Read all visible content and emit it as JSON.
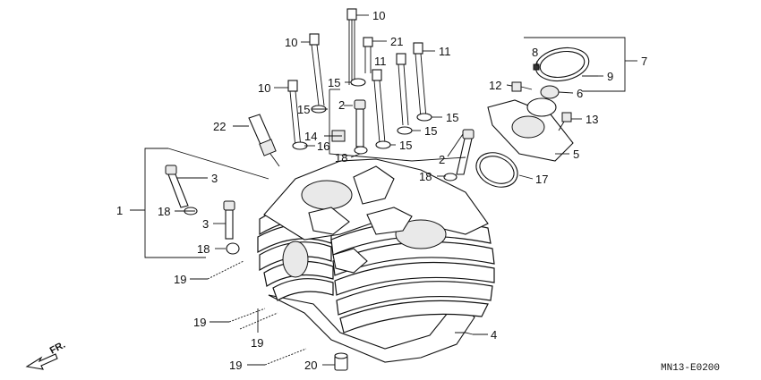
{
  "drawing_code": "MN13-E0200",
  "direction_label": "FR.",
  "callouts": [
    {
      "id": "c10a",
      "text": "10"
    },
    {
      "id": "c10b",
      "text": "10"
    },
    {
      "id": "c21",
      "text": "21"
    },
    {
      "id": "c11a",
      "text": "11"
    },
    {
      "id": "c11b",
      "text": "11"
    },
    {
      "id": "c10c",
      "text": "10"
    },
    {
      "id": "c15a",
      "text": "15"
    },
    {
      "id": "c2a",
      "text": "2"
    },
    {
      "id": "c15b",
      "text": "15"
    },
    {
      "id": "c15c",
      "text": "15"
    },
    {
      "id": "c15d",
      "text": "15"
    },
    {
      "id": "c15e",
      "text": "15"
    },
    {
      "id": "c22",
      "text": "22"
    },
    {
      "id": "c14",
      "text": "14"
    },
    {
      "id": "c16",
      "text": "16"
    },
    {
      "id": "c18a",
      "text": "18"
    },
    {
      "id": "c2b",
      "text": "2"
    },
    {
      "id": "c18b",
      "text": "18"
    },
    {
      "id": "c3a",
      "text": "3"
    },
    {
      "id": "c1",
      "text": "1"
    },
    {
      "id": "c18c",
      "text": "18"
    },
    {
      "id": "c3b",
      "text": "3"
    },
    {
      "id": "c18d",
      "text": "18"
    },
    {
      "id": "c19a",
      "text": "19"
    },
    {
      "id": "c19b",
      "text": "19"
    },
    {
      "id": "c19c",
      "text": "19"
    },
    {
      "id": "c19d",
      "text": "19"
    },
    {
      "id": "c20",
      "text": "20"
    },
    {
      "id": "c4",
      "text": "4"
    },
    {
      "id": "c7",
      "text": "7"
    },
    {
      "id": "c8",
      "text": "8"
    },
    {
      "id": "c9",
      "text": "9"
    },
    {
      "id": "c12",
      "text": "12"
    },
    {
      "id": "c6",
      "text": "6"
    },
    {
      "id": "c13",
      "text": "13"
    },
    {
      "id": "c5",
      "text": "5"
    },
    {
      "id": "c17",
      "text": "17"
    }
  ]
}
